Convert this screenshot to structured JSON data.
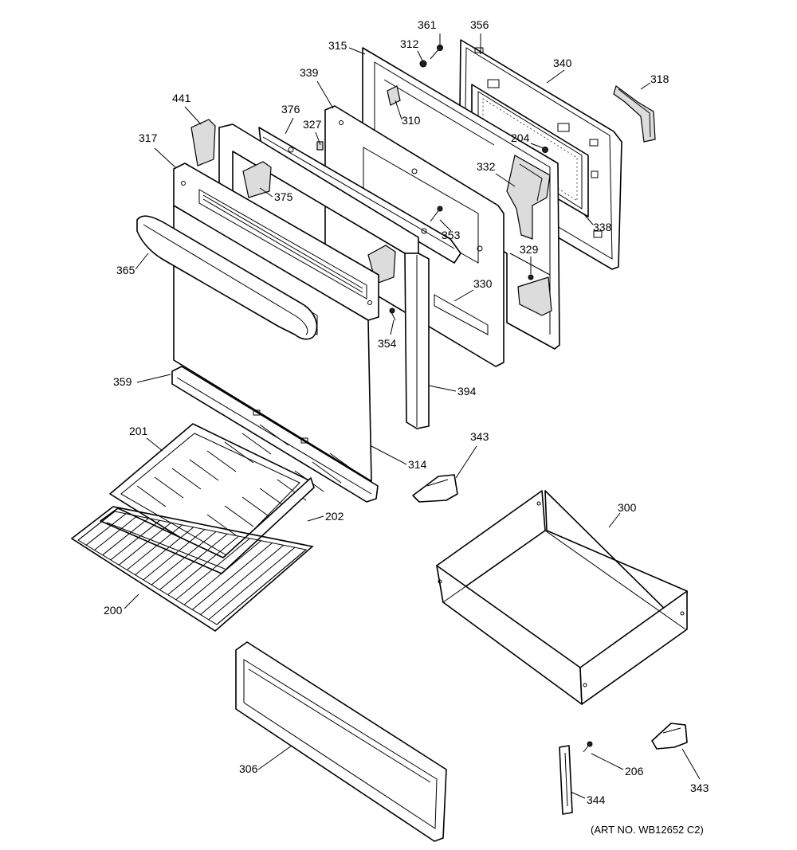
{
  "diagram": {
    "art_number": "(ART NO. WB12652 C2)",
    "callouts": [
      {
        "id": "c361",
        "label": "361"
      },
      {
        "id": "c356",
        "label": "356"
      },
      {
        "id": "c312",
        "label": "312"
      },
      {
        "id": "c315",
        "label": "315"
      },
      {
        "id": "c340",
        "label": "340"
      },
      {
        "id": "c318",
        "label": "318"
      },
      {
        "id": "c339",
        "label": "339"
      },
      {
        "id": "c441",
        "label": "441"
      },
      {
        "id": "c376",
        "label": "376"
      },
      {
        "id": "c310",
        "label": "310"
      },
      {
        "id": "c327",
        "label": "327"
      },
      {
        "id": "c204",
        "label": "204"
      },
      {
        "id": "c317",
        "label": "317"
      },
      {
        "id": "c332",
        "label": "332"
      },
      {
        "id": "c375",
        "label": "375"
      },
      {
        "id": "c338",
        "label": "338"
      },
      {
        "id": "c353",
        "label": "353"
      },
      {
        "id": "c329",
        "label": "329"
      },
      {
        "id": "c365",
        "label": "365"
      },
      {
        "id": "c330",
        "label": "330"
      },
      {
        "id": "c354",
        "label": "354"
      },
      {
        "id": "c359",
        "label": "359"
      },
      {
        "id": "c394",
        "label": "394"
      },
      {
        "id": "c201",
        "label": "201"
      },
      {
        "id": "c343a",
        "label": "343"
      },
      {
        "id": "c314",
        "label": "314"
      },
      {
        "id": "c300",
        "label": "300"
      },
      {
        "id": "c202",
        "label": "202"
      },
      {
        "id": "c200",
        "label": "200"
      },
      {
        "id": "c306",
        "label": "306"
      },
      {
        "id": "c206",
        "label": "206"
      },
      {
        "id": "c343b",
        "label": "343"
      },
      {
        "id": "c344",
        "label": "344"
      }
    ]
  }
}
